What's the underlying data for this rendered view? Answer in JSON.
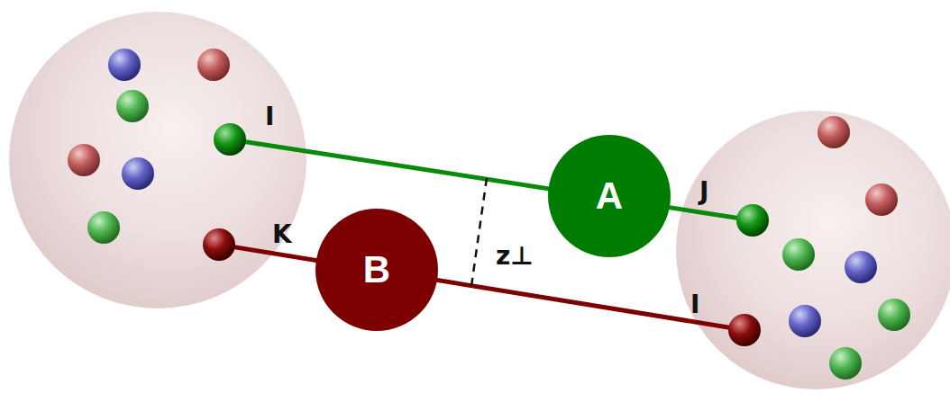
{
  "diagram": {
    "nodes": [
      {
        "text": [
          "A"
        ]
      },
      {
        "text": [
          "B"
        ]
      }
    ],
    "labels": [
      "I",
      "J",
      "K",
      "I",
      "z⊥"
    ]
  }
}
